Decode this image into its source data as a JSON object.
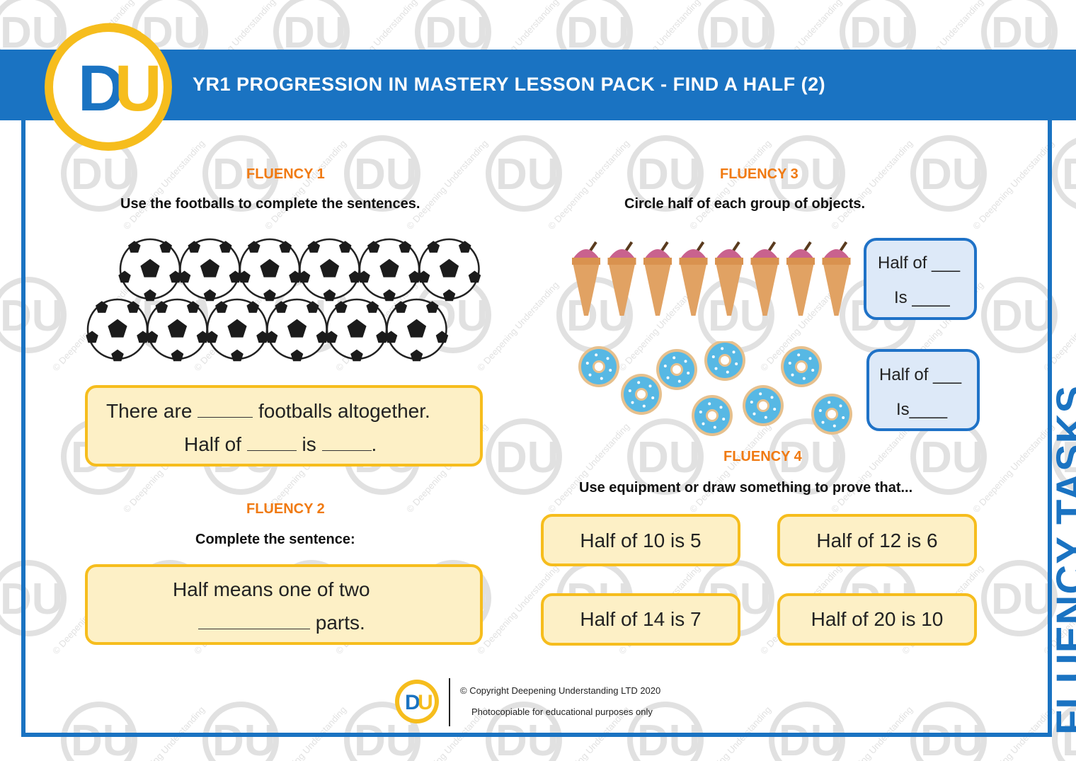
{
  "header": {
    "title": "YR1 PROGRESSION IN MASTERY LESSON PACK - FIND A HALF (2)",
    "logo_text": "DU"
  },
  "side_label": "FLUENCY TASKS",
  "watermark": {
    "logo_text": "DU",
    "text": "© Deepening Understanding"
  },
  "fluency1": {
    "heading": "FLUENCY 1",
    "instruction": "Use the footballs to complete the sentences.",
    "football_count": 12,
    "line1_a": "There are",
    "line1_b": "footballs altogether.",
    "line2_a": "Half of",
    "line2_b": "is",
    "line2_c": "."
  },
  "fluency2": {
    "heading": "FLUENCY 2",
    "instruction": "Complete the sentence:",
    "line1": "Half means one of two",
    "line2": "parts."
  },
  "fluency3": {
    "heading": "FLUENCY 3",
    "instruction": "Circle half of each group of objects.",
    "ice_cream_count": 8,
    "donut_count": 8,
    "box_line1": "Half of ___",
    "box_line2a": "Is ____",
    "box_line2b": "Is____"
  },
  "fluency4": {
    "heading": "FLUENCY 4",
    "instruction": "Use equipment or draw something to prove that...",
    "statements": [
      "Half of 10 is 5",
      "Half of 12 is 6",
      "Half of 14 is 7",
      "Half of 20 is 10"
    ]
  },
  "footer": {
    "copyright": "© Copyright Deepening Understanding LTD 2020",
    "note": "Photocopiable for educational purposes only"
  },
  "colors": {
    "brand_blue": "#1a73c2",
    "orange": "#f07a12",
    "yellow": "#f6bd1d",
    "box_fill": "#fdf0c6"
  }
}
